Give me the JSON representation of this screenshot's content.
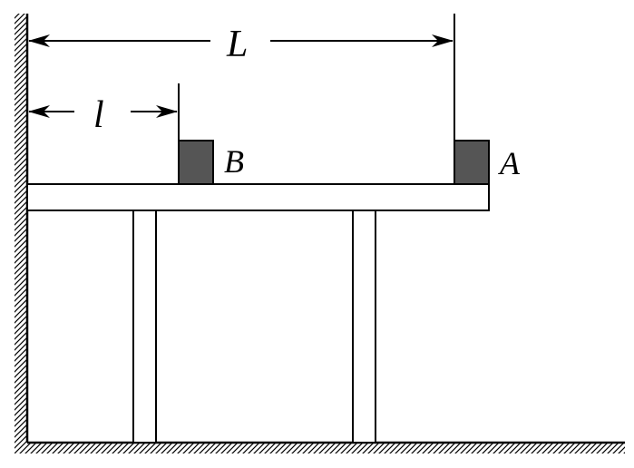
{
  "labels": {
    "total_length": "L",
    "short_length": "l",
    "block_b": "B",
    "block_a": "A"
  },
  "colors": {
    "block_fill": "#555555",
    "stroke": "#000000",
    "background": "#ffffff"
  }
}
